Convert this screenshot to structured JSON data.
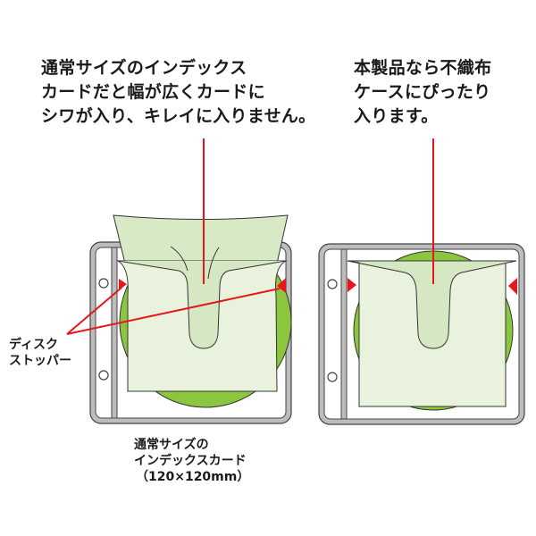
{
  "captions": {
    "left": {
      "lines": [
        "通常サイズのインデックス",
        "カードだと幅が広くカードに",
        "シワが入り、キレイに入りません。"
      ]
    },
    "right": {
      "lines": [
        "本製品なら不織布",
        "ケースにぴったり",
        "入ります。"
      ]
    }
  },
  "labels": {
    "disc_stopper": {
      "lines": [
        "ディスク",
        "ストッパー"
      ]
    },
    "standard_card": {
      "lines": [
        "通常サイズの",
        "インデックスカード",
        "（120×120mm）"
      ]
    }
  },
  "diagrams": {
    "left": {
      "description": "standard index card in sleeve, card wrinkled and wider than sleeve",
      "elements": [
        "sleeve-frame",
        "binder-holes",
        "cd-disc",
        "index-card-wrinkled",
        "disc-stopper-markers"
      ]
    },
    "right": {
      "description": "non-woven case fits precisely in sleeve",
      "elements": [
        "sleeve-frame",
        "binder-holes",
        "cd-disc",
        "non-woven-case",
        "disc-stopper-markers"
      ]
    }
  },
  "colors": {
    "leader_line": "#e8151b",
    "disc_green": "#8cc63f",
    "card_light": "#e8f2dc",
    "card_mid": "#d6e8c3",
    "frame_gray": "#bcbcbc",
    "outline": "#333333"
  }
}
